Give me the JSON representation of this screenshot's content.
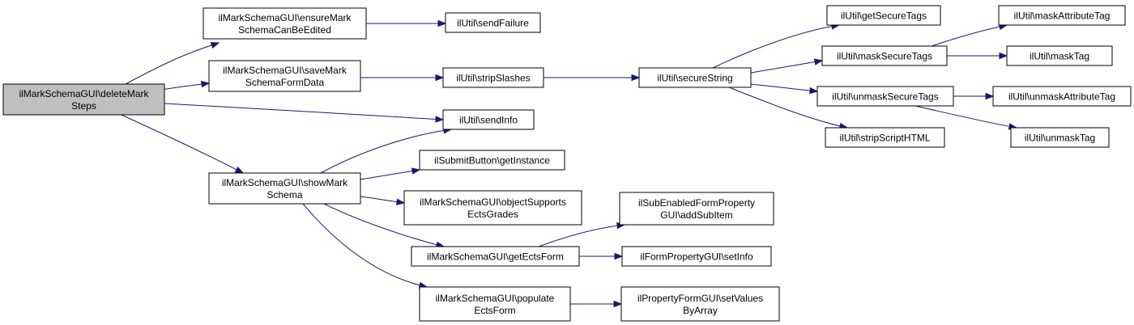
{
  "nodes": [
    {
      "id": "root",
      "lines": [
        "ilMarkSchemaGUI\\deleteMark",
        "Steps"
      ],
      "highlight": true
    },
    {
      "id": "ensure",
      "lines": [
        "ilMarkSchemaGUI\\ensureMark",
        "SchemaCanBeEdited"
      ]
    },
    {
      "id": "save",
      "lines": [
        "ilMarkSchemaGUI\\saveMark",
        "SchemaFormData"
      ]
    },
    {
      "id": "sendinfo",
      "lines": [
        "ilUtil\\sendInfo"
      ]
    },
    {
      "id": "show",
      "lines": [
        "ilMarkSchemaGUI\\showMark",
        "Schema"
      ]
    },
    {
      "id": "sendfailure",
      "lines": [
        "ilUtil\\sendFailure"
      ]
    },
    {
      "id": "strip",
      "lines": [
        "ilUtil\\stripSlashes"
      ]
    },
    {
      "id": "submit",
      "lines": [
        "ilSubmitButton\\getInstance"
      ]
    },
    {
      "id": "objsupports",
      "lines": [
        "ilMarkSchemaGUI\\objectSupports",
        "EctsGrades"
      ]
    },
    {
      "id": "getects",
      "lines": [
        "ilMarkSchemaGUI\\getEctsForm"
      ]
    },
    {
      "id": "populate",
      "lines": [
        "ilMarkSchemaGUI\\populate",
        "EctsForm"
      ]
    },
    {
      "id": "secure",
      "lines": [
        "ilUtil\\secureString"
      ]
    },
    {
      "id": "addsub",
      "lines": [
        "ilSubEnabledFormProperty",
        "GUI\\addSubItem"
      ]
    },
    {
      "id": "setinfo",
      "lines": [
        "ilFormPropertyGUI\\setInfo"
      ]
    },
    {
      "id": "setvalues",
      "lines": [
        "ilPropertyFormGUI\\setValues",
        "ByArray"
      ]
    },
    {
      "id": "getsecure",
      "lines": [
        "ilUtil\\getSecureTags"
      ]
    },
    {
      "id": "masksecure",
      "lines": [
        "ilUtil\\maskSecureTags"
      ]
    },
    {
      "id": "unmasksecure",
      "lines": [
        "ilUtil\\unmaskSecureTags"
      ]
    },
    {
      "id": "stripscript",
      "lines": [
        "ilUtil\\stripScriptHTML"
      ]
    },
    {
      "id": "maskattr",
      "lines": [
        "ilUtil\\maskAttributeTag"
      ]
    },
    {
      "id": "masktag",
      "lines": [
        "ilUtil\\maskTag"
      ]
    },
    {
      "id": "unmaskattr",
      "lines": [
        "ilUtil\\unmaskAttributeTag"
      ]
    },
    {
      "id": "unmasktag",
      "lines": [
        "ilUtil\\unmaskTag"
      ]
    }
  ],
  "edges": [
    {
      "from": "root",
      "to": "ensure"
    },
    {
      "from": "root",
      "to": "save"
    },
    {
      "from": "root",
      "to": "sendinfo"
    },
    {
      "from": "root",
      "to": "show"
    },
    {
      "from": "ensure",
      "to": "sendfailure"
    },
    {
      "from": "save",
      "to": "strip"
    },
    {
      "from": "show",
      "to": "sendinfo"
    },
    {
      "from": "show",
      "to": "submit"
    },
    {
      "from": "show",
      "to": "objsupports"
    },
    {
      "from": "show",
      "to": "getects"
    },
    {
      "from": "show",
      "to": "populate"
    },
    {
      "from": "strip",
      "to": "secure"
    },
    {
      "from": "getects",
      "to": "addsub"
    },
    {
      "from": "getects",
      "to": "setinfo"
    },
    {
      "from": "populate",
      "to": "setvalues"
    },
    {
      "from": "secure",
      "to": "getsecure"
    },
    {
      "from": "secure",
      "to": "masksecure"
    },
    {
      "from": "secure",
      "to": "unmasksecure"
    },
    {
      "from": "secure",
      "to": "stripscript"
    },
    {
      "from": "masksecure",
      "to": "maskattr"
    },
    {
      "from": "masksecure",
      "to": "masktag"
    },
    {
      "from": "unmasksecure",
      "to": "unmaskattr"
    },
    {
      "from": "unmasksecure",
      "to": "unmasktag"
    }
  ]
}
